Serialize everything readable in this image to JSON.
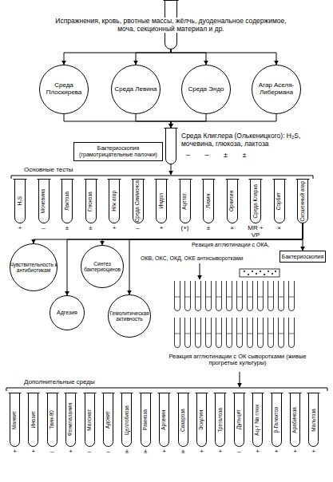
{
  "diagram": {
    "nodes": [
      {
        "text": [
          "Испражнения, кровь, рвотные массы, жёлчь, дуоденальное содержимое, моча, секционный материал и др."
        ]
      },
      {
        "text": [
          "Среда Плоскирева"
        ]
      },
      {
        "text": [
          "Среда Левина"
        ]
      },
      {
        "text": [
          "Среда Эндо"
        ]
      },
      {
        "text": [
          "Агар Аселя-Либермана"
        ]
      },
      {
        "text": [
          "Бактериоскопия (грамотрицательные палочки)"
        ]
      },
      {
        "text": [
          "Среда Клиглера (Олькеницкого): H₂S, мочевина, глюкоза, лактоза",
          "– – ± ±"
        ]
      },
      {
        "text": [
          "H₂S",
          "+"
        ]
      },
      {
        "text": [
          "Мочевина",
          "–"
        ]
      },
      {
        "text": [
          "Лактоза",
          "±"
        ]
      },
      {
        "text": [
          "Глюкоза",
          "±"
        ]
      },
      {
        "text": [
          "Н/ж агар",
          "+"
        ]
      },
      {
        "text": [
          "Среда Симмонса",
          "–"
        ]
      },
      {
        "text": [
          "Индол",
          "+"
        ]
      },
      {
        "text": [
          "Ацетат",
          "(+)"
        ]
      },
      {
        "text": [
          "Лизин",
          "±"
        ]
      },
      {
        "text": [
          "Орнитин",
          "×"
        ]
      },
      {
        "text": [
          "Среда Кларка",
          "MR + VP"
        ]
      },
      {
        "text": [
          "Сорбит",
          "×"
        ]
      },
      {
        "text": [
          "Скошенный агар"
        ]
      },
      {
        "text": [
          "Чувствительность к антибиотикам"
        ]
      },
      {
        "text": [
          "Синтез бактериоцинов"
        ]
      },
      {
        "text": [
          "Адгезия"
        ]
      },
      {
        "text": [
          "Гемолитическая активность"
        ]
      },
      {
        "text": [
          "Бактериоскопия"
        ]
      },
      {
        "text": [
          "Маннит",
          "+"
        ]
      },
      {
        "text": [
          "Инозит",
          "+"
        ]
      },
      {
        "text": [
          "Твин-80",
          "–"
        ]
      },
      {
        "text": [
          "Фенилаланин",
          "+"
        ]
      },
      {
        "text": [
          "Малонат",
          "–"
        ]
      },
      {
        "text": [
          "Адонит",
          "–"
        ]
      },
      {
        "text": [
          "Целлобиоза",
          "±"
        ]
      },
      {
        "text": [
          "Рамноза",
          "±"
        ]
      },
      {
        "text": [
          "Аргинин",
          "+"
        ]
      },
      {
        "text": [
          "Сахароза",
          "±"
        ]
      },
      {
        "text": [
          "Эскулин",
          "+"
        ]
      },
      {
        "text": [
          "Трегалоза",
          "+"
        ]
      },
      {
        "text": [
          "Дульцит",
          "–"
        ]
      },
      {
        "text": [
          "Ац-т Na глюк",
          "+"
        ]
      },
      {
        "text": [
          "β-Галактоз",
          "+"
        ]
      },
      {
        "text": [
          "Арабиноза",
          "+"
        ]
      },
      {
        "text": [
          "Мальтоза",
          "+"
        ]
      }
    ],
    "edges": [
      {
        "from": 0,
        "to": 1,
        "arrow": "to"
      },
      {
        "from": 0,
        "to": 2,
        "arrow": "to"
      },
      {
        "from": 0,
        "to": 3,
        "arrow": "to"
      },
      {
        "from": 0,
        "to": 4,
        "arrow": "to"
      },
      {
        "from": 1,
        "to": 6,
        "arrow": "to"
      },
      {
        "from": 2,
        "to": 6,
        "arrow": "to"
      },
      {
        "from": 3,
        "to": 6,
        "arrow": "to"
      },
      {
        "from": 4,
        "to": 6,
        "arrow": "to"
      },
      {
        "from": 19,
        "to": 20,
        "arrow": "to"
      },
      {
        "from": 19,
        "to": 21,
        "arrow": "to"
      },
      {
        "from": 19,
        "to": 22,
        "arrow": "to"
      },
      {
        "from": 19,
        "to": 23,
        "arrow": "to"
      },
      {
        "from": 19,
        "to": 24,
        "arrow": "to"
      }
    ],
    "labels": [
      "Основные тесты",
      "Реакция агглютинации с ОКА,",
      "ОКВ, ОКС, ОКД, ОКЕ антисыворотками",
      "Реакция агглютинации с ОК сыворотками (живые прогретые культуры)",
      "Дополнительные среды"
    ]
  }
}
